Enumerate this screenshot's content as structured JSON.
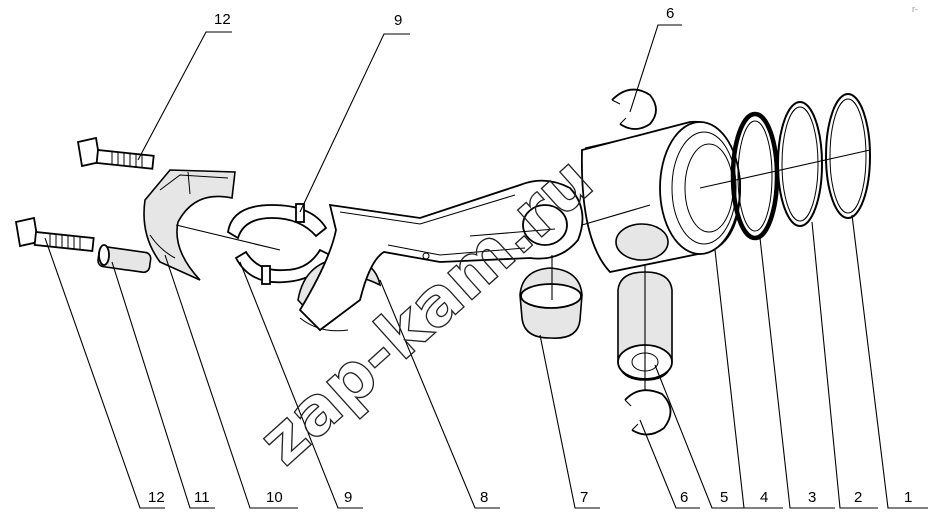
{
  "watermark": "zap-kam.ru",
  "corner_mark": "r-",
  "callouts": {
    "top_12": "12",
    "top_9": "9",
    "top_6": "6",
    "bottom": [
      "12",
      "11",
      "10",
      "9",
      "8",
      "7",
      "6",
      "5",
      "4",
      "3",
      "2",
      "1"
    ]
  },
  "colors": {
    "ink": "#000000",
    "background": "#ffffff"
  }
}
